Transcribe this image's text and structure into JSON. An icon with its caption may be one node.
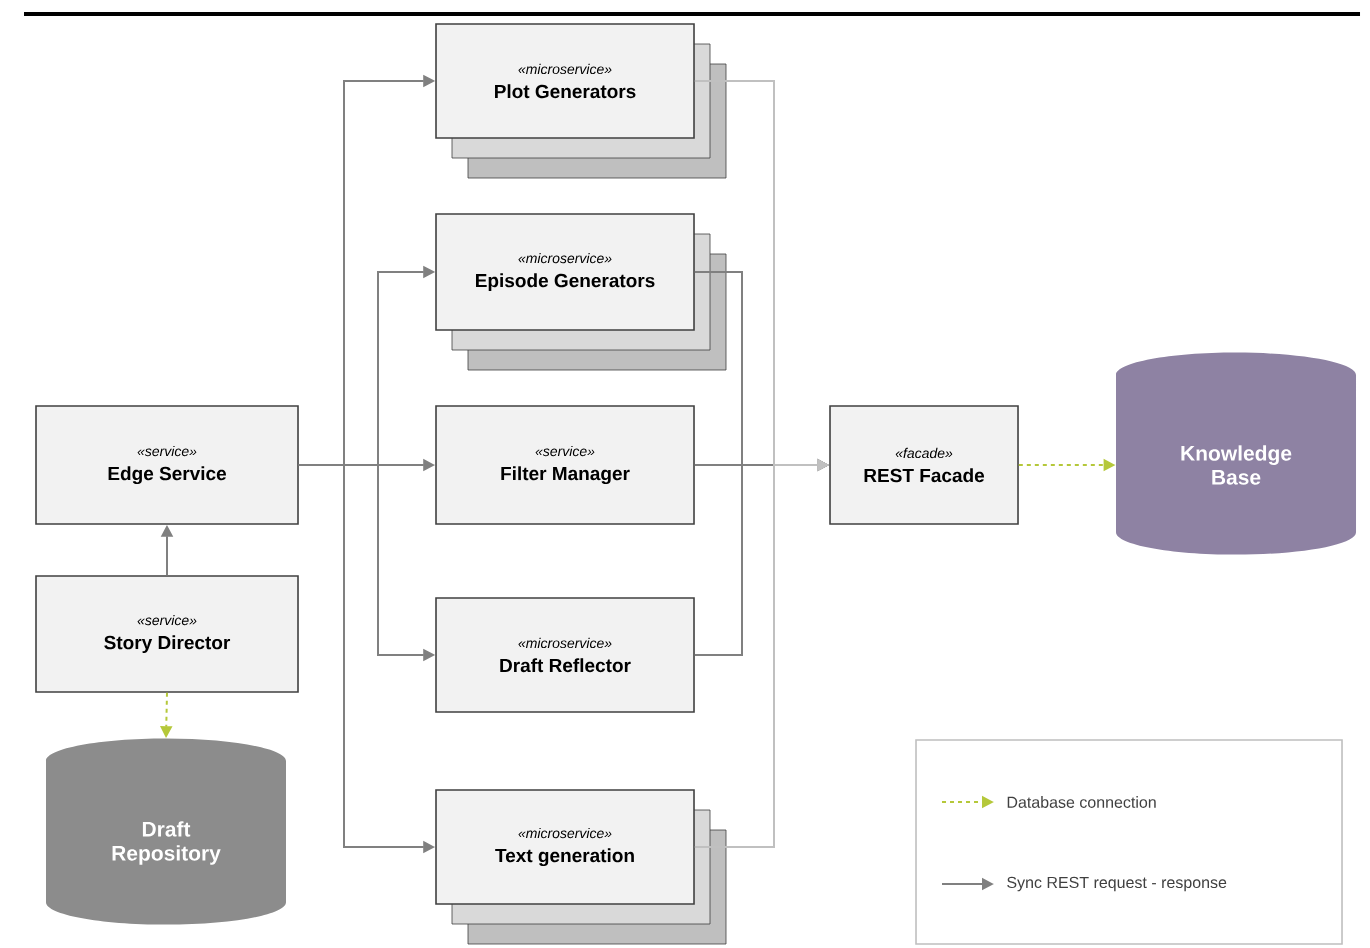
{
  "diagram": {
    "nodes": [
      {
        "text": [
          "«service»",
          "Edge Service"
        ]
      },
      {
        "text": [
          "«service»",
          "Story Director"
        ]
      },
      {
        "text": [
          "Draft Repository"
        ]
      },
      {
        "text": [
          "«microservice»",
          "Plot Generators"
        ]
      },
      {
        "text": [
          "«microservice»",
          "Episode Generators"
        ]
      },
      {
        "text": [
          "«service»",
          "Filter Manager"
        ]
      },
      {
        "text": [
          "«microservice»",
          "Draft Reflector"
        ]
      },
      {
        "text": [
          "«microservice»",
          "Text generation"
        ]
      },
      {
        "text": [
          "«facade»",
          "REST Facade"
        ]
      },
      {
        "text": [
          "Knowledge Base"
        ]
      }
    ],
    "edges": [
      {
        "from": 1,
        "to": 0,
        "arrow": "to"
      },
      {
        "from": 1,
        "to": 2,
        "arrow": "to",
        "style": "dashed",
        "color": "#b5c83a"
      },
      {
        "from": 0,
        "to": 3,
        "arrow": "to"
      },
      {
        "from": 0,
        "to": 4,
        "arrow": "to"
      },
      {
        "from": 0,
        "to": 5,
        "arrow": "to"
      },
      {
        "from": 0,
        "to": 6,
        "arrow": "to"
      },
      {
        "from": 0,
        "to": 7,
        "arrow": "to"
      },
      {
        "from": 3,
        "to": 8,
        "arrow": "to",
        "color": "#c0c0c0"
      },
      {
        "from": 4,
        "to": 8,
        "arrow": "to"
      },
      {
        "from": 5,
        "to": 8,
        "arrow": "to"
      },
      {
        "from": 6,
        "to": 8,
        "arrow": "to"
      },
      {
        "from": 7,
        "to": 8,
        "arrow": "to",
        "color": "#c0c0c0"
      },
      {
        "from": 8,
        "to": 9,
        "arrow": "to",
        "style": "dashed",
        "color": "#b5c83a"
      }
    ],
    "legend": [
      {
        "text": "Database connection"
      },
      {
        "text": "Sync REST request - response"
      }
    ]
  }
}
